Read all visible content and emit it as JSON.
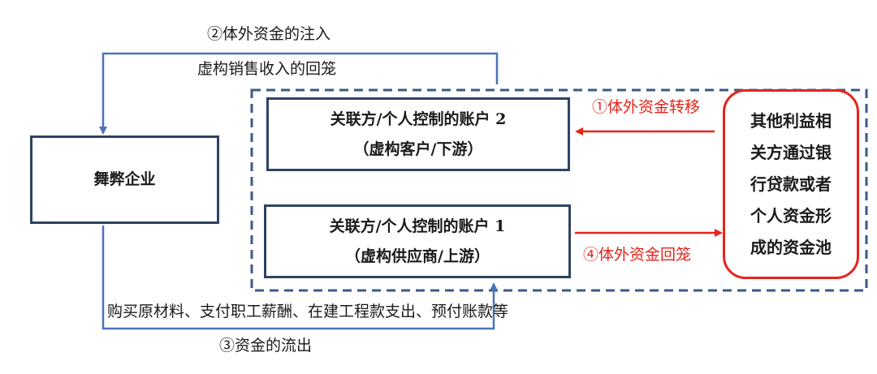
{
  "diagram": {
    "company": "舞弊企业",
    "account2": {
      "line1": "关联方/个人控制的账户 2",
      "line2": "（虚构客户/下游）"
    },
    "account1": {
      "line1": "关联方/个人控制的账户 1",
      "line2": "（虚构供应商/上游）"
    },
    "pool": [
      "其他利益相",
      "关方通过银",
      "行贷款或者",
      "个人资金形",
      "成的资金池"
    ],
    "labels": {
      "inflow": "②体外资金的注入",
      "inflow_sub": "虚构销售收入的回笼",
      "transfer": "①体外资金转移",
      "returned": "④体外资金回笼",
      "outflow_sub": "购买原材料、支付职工薪酬、在建工程款支出、预付账款等",
      "outflow": "③资金的流出"
    },
    "colors": {
      "box_border": "#2d4363",
      "blue_flow": "#4a73b8",
      "dashed_frame": "#3b5a86",
      "red_flow": "#e8231b",
      "text": "#1a1a1a"
    }
  }
}
